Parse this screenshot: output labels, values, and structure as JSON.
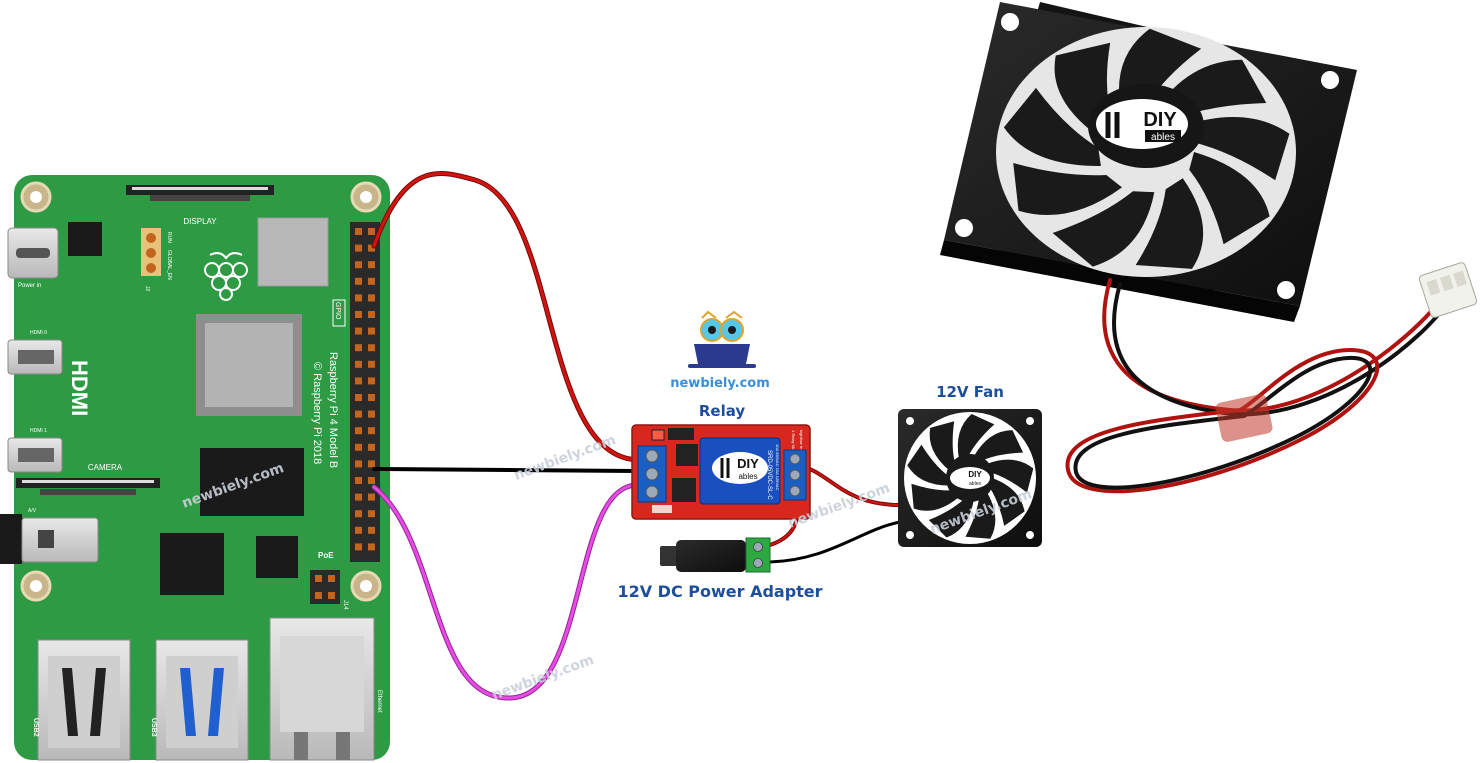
{
  "labels": {
    "relay": "Relay",
    "fan": "12V Fan",
    "adapter": "12V DC Power Adapter",
    "logo": "newbiely.com"
  },
  "pi": {
    "display": "DISPLAY",
    "camera": "CAMERA",
    "hdmi": "HDMI",
    "hdmi0": "HDMI 0",
    "hdmi1": "HDMI 1",
    "power_in": "Power in",
    "av": "A/V",
    "gpio": "GPIO",
    "poe": "PoE",
    "j14": "J14",
    "j2": "J2",
    "run": "RUN",
    "global_en": "GLOBAL_EN",
    "usb2": "USB2",
    "usb3": "USB3",
    "ethernet": "Ethernet",
    "model": "Raspberry Pi 4 Model B",
    "copyright": "© Raspberry Pi 2018"
  },
  "relay_board": {
    "brand_top": "DIY",
    "brand_bottom": "ables",
    "line1": "SRD-05VDC-SL-C",
    "line2": "10A 250VAC 10A 125VAC",
    "line3": "1 Relay Module",
    "line4": "high/low level trigger"
  },
  "fan_brand": {
    "top": "DIY",
    "bottom": "ables"
  },
  "watermark": "newbiely.com",
  "colors": {
    "pcb": "#2e9a44",
    "relay": "#d8271e",
    "wire_red": "#c8100e",
    "wire_black": "#111111",
    "wire_magenta": "#e23ee0",
    "label_blue": "#1f4e9a"
  }
}
